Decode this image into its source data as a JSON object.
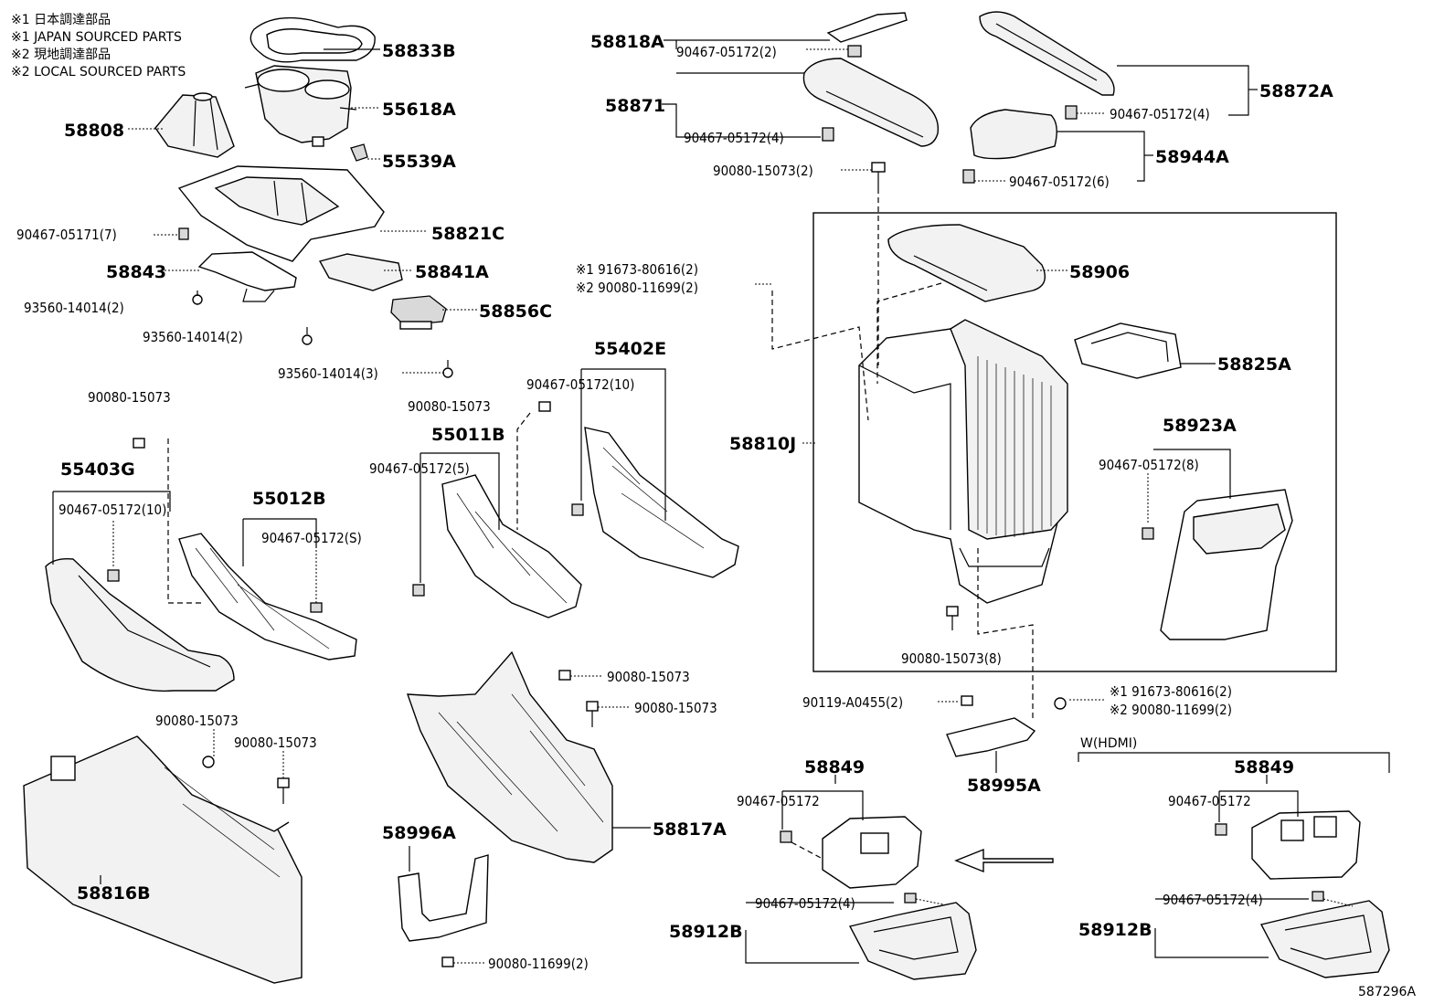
{
  "notes": [
    "※1 日本調達部品",
    "※1 JAPAN SOURCED PARTS",
    "※2 現地調達部品",
    "※2 LOCAL SOURCED PARTS"
  ],
  "diagram_id": "587296A",
  "variant_label": "W(HDMI)",
  "labels": {
    "p58833B": "58833B",
    "p55618A": "55618A",
    "p58808": "58808",
    "p55539A": "55539A",
    "p90467_05171_7": "90467-05171(7)",
    "p58821C": "58821C",
    "p58843": "58843",
    "p58841A": "58841A",
    "p93560_14014_2a": "93560-14014(2)",
    "p93560_14014_2b": "93560-14014(2)",
    "p58856C": "58856C",
    "p93560_14014_3": "93560-14014(3)",
    "p58818A": "58818A",
    "p90467_05172_2": "90467-05172(2)",
    "p58871": "58871",
    "p90467_05172_4a": "90467-05172(4)",
    "p90080_15073_2": "90080-15073(2)",
    "p58872A": "58872A",
    "p90467_05172_4b": "90467-05172(4)",
    "p58944A": "58944A",
    "p90467_05172_6": "90467-05172(6)",
    "p58906": "58906",
    "p91673_80616_2a": "※1 91673-80616(2)",
    "p90080_11699_2a": "※2 90080-11699(2)",
    "p58825A": "58825A",
    "p58810J": "58810J",
    "p58923A": "58923A",
    "p90467_05172_8": "90467-05172(8)",
    "p90080_15073_8": "90080-15073(8)",
    "p55402E": "55402E",
    "p90467_05172_10a": "90467-05172(10)",
    "p90080_15073_a": "90080-15073",
    "p55011B": "55011B",
    "p90467_05172_5": "90467-05172(5)",
    "p90080_15073_b": "90080-15073",
    "p55403G": "55403G",
    "p90467_05172_10b": "90467-05172(10)",
    "p55012B": "55012B",
    "p90467_05172_S": "90467-05172(S)",
    "p90080_15073_c": "90080-15073",
    "p90080_15073_d": "90080-15073",
    "p58817A": "58817A",
    "p90080_15073_e": "90080-15073",
    "p90080_15073_f": "90080-15073",
    "p58816B": "58816B",
    "p58996A": "58996A",
    "p90080_11699_2b": "90080-11699(2)",
    "p90119_A0455_2": "90119-A0455(2)",
    "p91673_80616_2b": "※1 91673-80616(2)",
    "p90080_11699_2c": "※2 90080-11699(2)",
    "p58995A": "58995A",
    "p58849a": "58849",
    "p90467_05172a": "90467-05172",
    "p58912Ba": "58912B",
    "p90467_05172_4c": "90467-05172(4)",
    "p58849b": "58849",
    "p90467_05172b": "90467-05172",
    "p58912Bb": "58912B",
    "p90467_05172_4d": "90467-05172(4)"
  },
  "icons": {
    "arrow": "left-arrow-icon"
  }
}
